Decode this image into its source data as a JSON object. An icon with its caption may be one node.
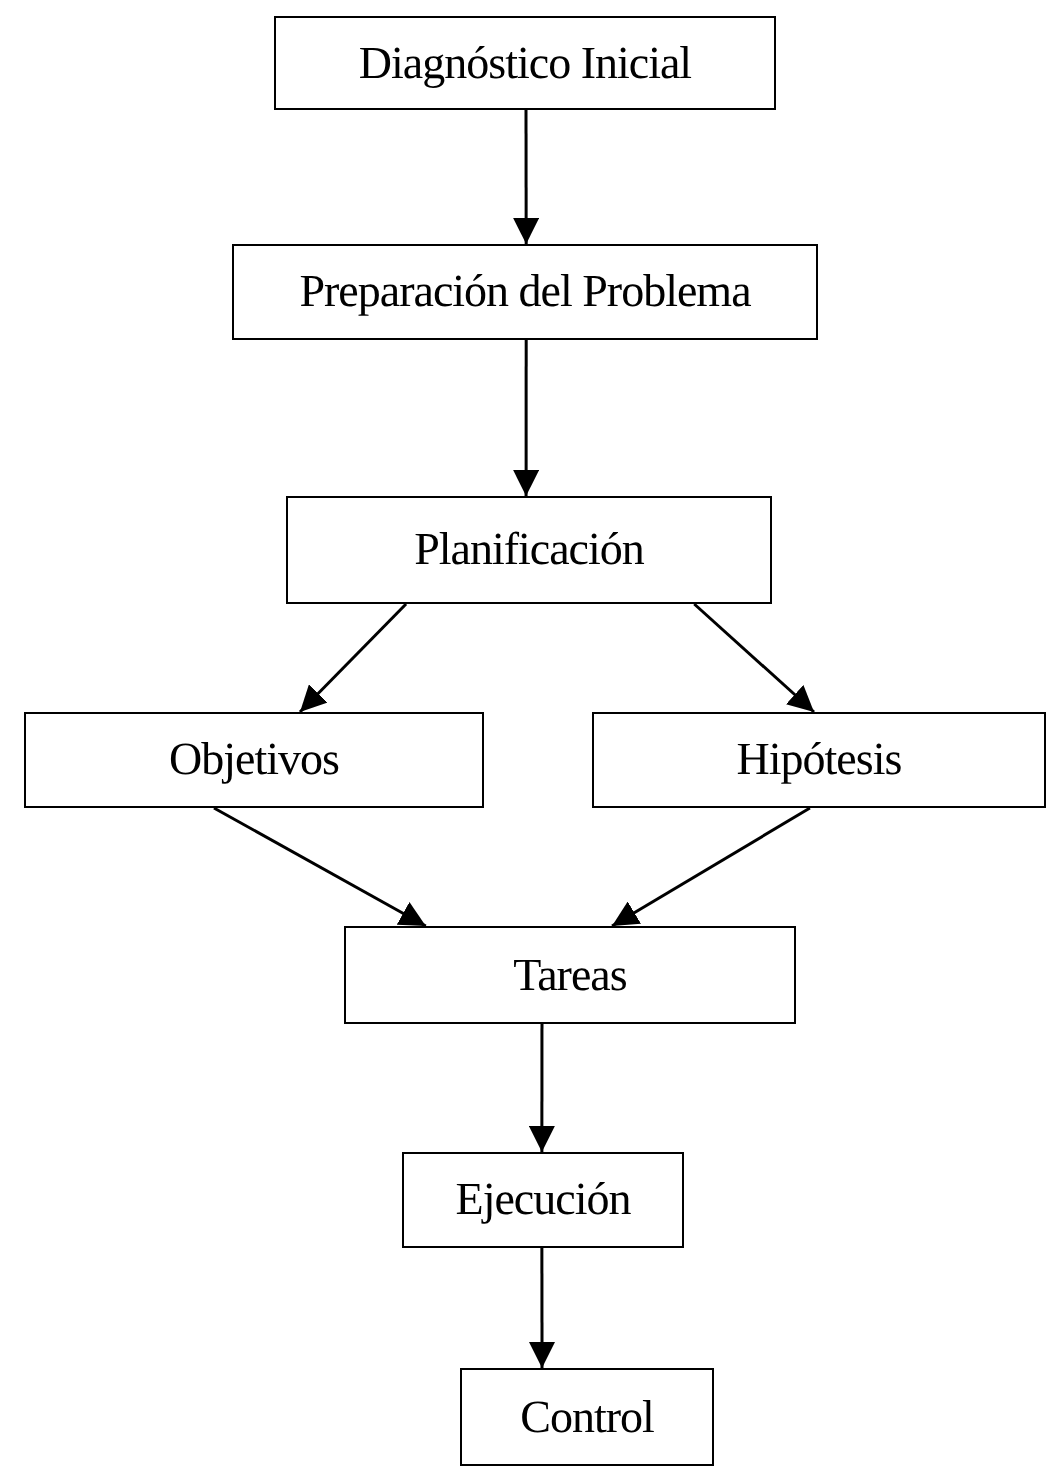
{
  "diagram": {
    "nodes": [
      {
        "text": [
          "Diagnóstico Inicial"
        ]
      },
      {
        "text": [
          "Preparación del Problema"
        ]
      },
      {
        "text": [
          "Planificación"
        ]
      },
      {
        "text": [
          "Objetivos"
        ]
      },
      {
        "text": [
          "Hipótesis"
        ]
      },
      {
        "text": [
          "Tareas"
        ]
      },
      {
        "text": [
          "Ejecución"
        ]
      },
      {
        "text": [
          "Control"
        ]
      }
    ],
    "edges": [
      {
        "from": 0,
        "to": 1,
        "arrow": "to"
      },
      {
        "from": 1,
        "to": 2,
        "arrow": "to"
      },
      {
        "from": 2,
        "to": 3,
        "arrow": "to"
      },
      {
        "from": 2,
        "to": 4,
        "arrow": "to"
      },
      {
        "from": 3,
        "to": 5,
        "arrow": "to"
      },
      {
        "from": 4,
        "to": 5,
        "arrow": "to"
      },
      {
        "from": 5,
        "to": 6,
        "arrow": "to"
      },
      {
        "from": 6,
        "to": 7,
        "arrow": "to"
      }
    ]
  }
}
